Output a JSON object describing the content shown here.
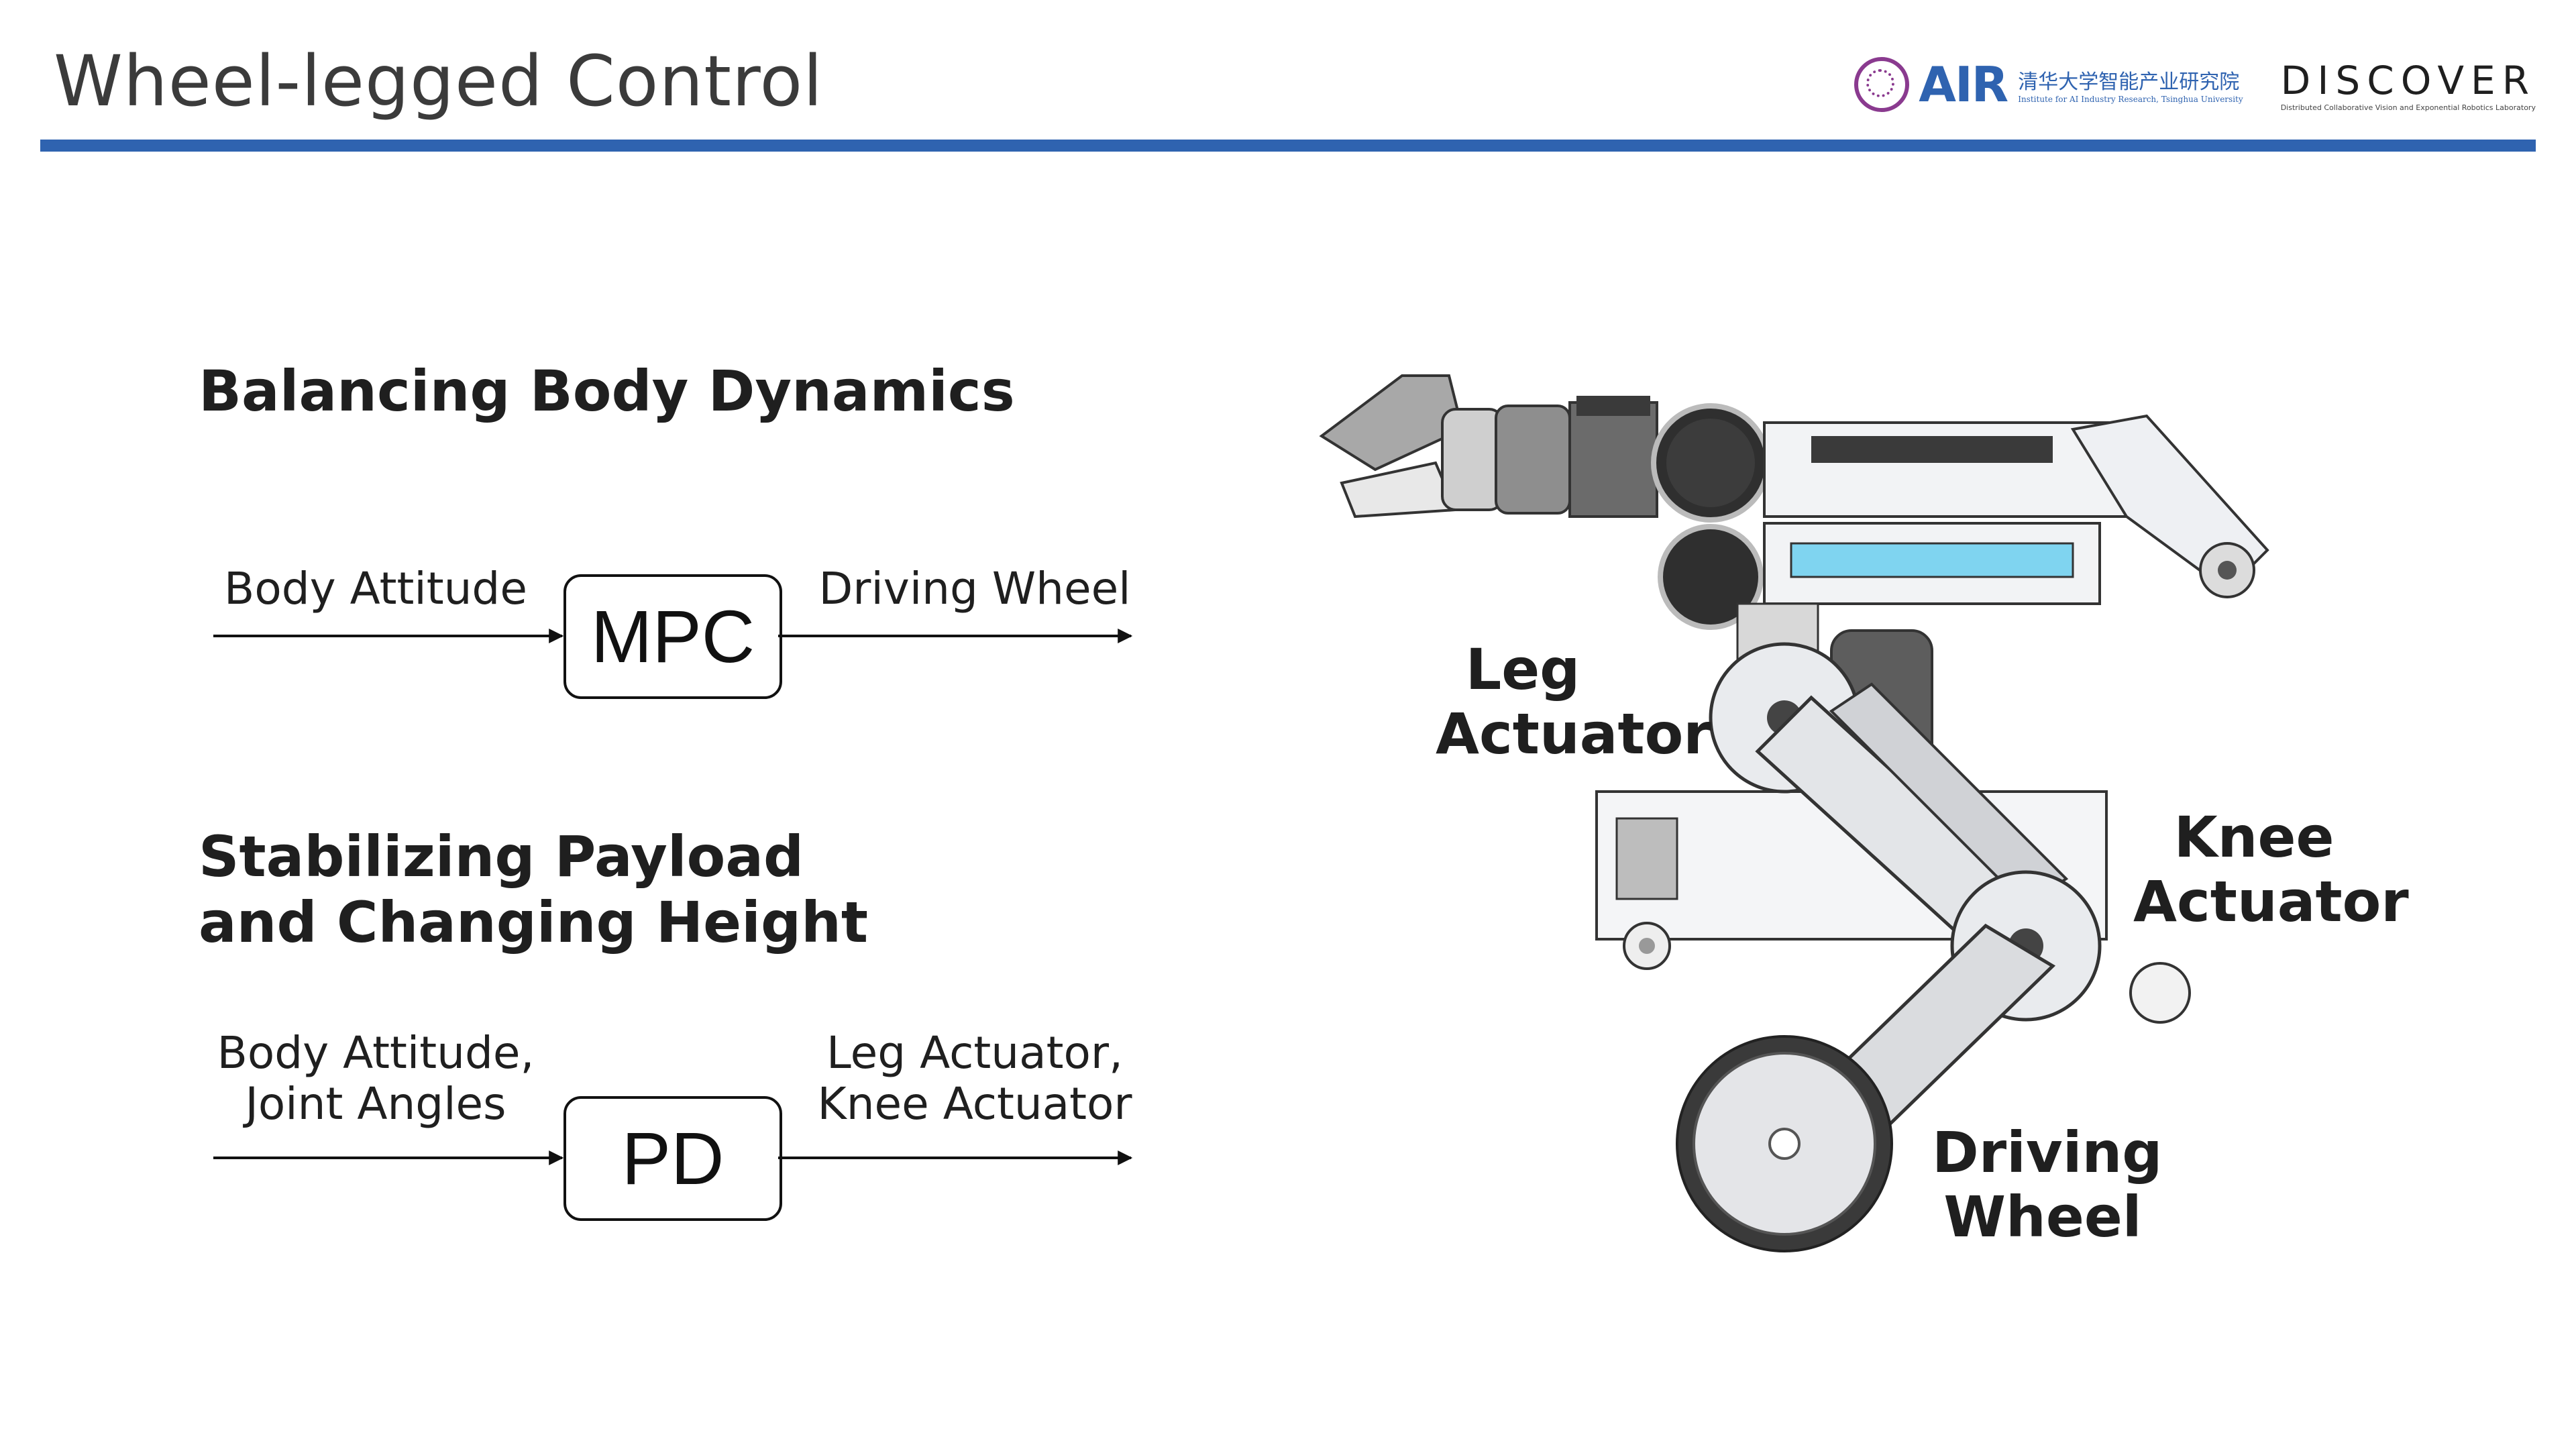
{
  "header": {
    "title": "Wheel-legged Control",
    "logo_air": "AIR",
    "logo_air_cn": "清华大学智能产业研究院",
    "logo_air_en": "Institute for AI Industry Research, Tsinghua University",
    "logo_discover": "DISCOVER",
    "logo_discover_sub": "Distributed Collaborative Vision and Exponential Robotics Laboratory",
    "accent_color": "#2f63b0"
  },
  "section1": {
    "heading": "Balancing Body Dynamics",
    "input_label": "Body Attitude",
    "controller": "MPC",
    "output_label": "Driving Wheel"
  },
  "section2": {
    "heading_line1": "Stabilizing Payload",
    "heading_line2": "and Changing Height",
    "input_line1": "Body Attitude,",
    "input_line2": "Joint Angles",
    "controller": "PD",
    "output_line1": "Leg Actuator,",
    "output_line2": "Knee Actuator"
  },
  "robot": {
    "leg_actuator_line1": "Leg",
    "leg_actuator_line2": "Actuator",
    "knee_actuator_line1": "Knee",
    "knee_actuator_line2": "Actuator",
    "driving_wheel_line1": "Driving",
    "driving_wheel_line2": "Wheel"
  }
}
